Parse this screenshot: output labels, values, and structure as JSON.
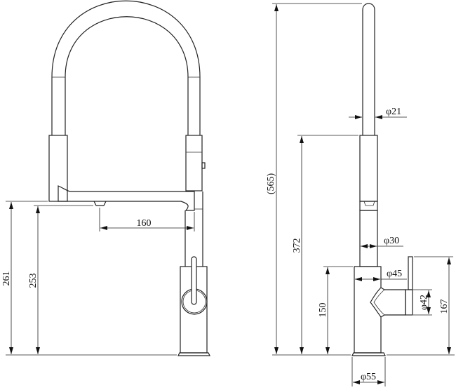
{
  "colors": {
    "line": "#222222",
    "background": "#ffffff"
  },
  "front_view": {
    "dimensions": {
      "total_height": "261",
      "spout_height": "253",
      "reach": "160"
    }
  },
  "side_view": {
    "dimensions": {
      "overall_height": "(565)",
      "column_height": "372",
      "body_height": "150",
      "handle_height": "167",
      "hose_diameter": "φ21",
      "column_diameter": "φ30",
      "body_diameter": "φ45",
      "handle_diameter": "φ42",
      "base_diameter": "φ55"
    }
  }
}
